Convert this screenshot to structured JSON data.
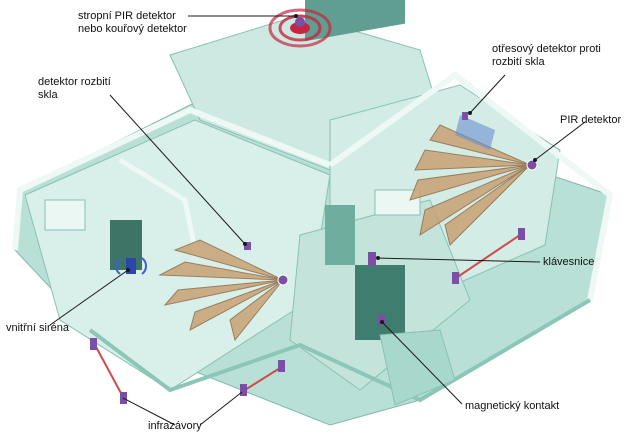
{
  "labels": {
    "ceiling_pir": {
      "line1": "stropní PIR detektor",
      "line2": "nebo kouřový detektor"
    },
    "glass_break": {
      "line1": "detektor rozbití",
      "line2": "skla"
    },
    "shock": {
      "line1": "otřesový detektor proti",
      "line2": "rozbití skla"
    },
    "pir": {
      "text": "PIR detektor"
    },
    "keypad": {
      "text": "klávesnice"
    },
    "siren": {
      "text": "vnitřní siréna"
    },
    "beams": {
      "text": "infrazávory"
    },
    "magnetic": {
      "text": "magnetický kontakt"
    }
  },
  "colors": {
    "house_light": "#cfe9e2",
    "house_mid": "#9fd3c6",
    "house_dark": "#5a9e8e",
    "wall_top": "#e6f5f1",
    "detection_fan": "#c9a274",
    "ceiling_fan": "#c8243f",
    "device": "#7b4fa6",
    "beam": "#d14a4a",
    "leader": "#1a1a1a",
    "siren_glow": "#3a5fd0"
  }
}
